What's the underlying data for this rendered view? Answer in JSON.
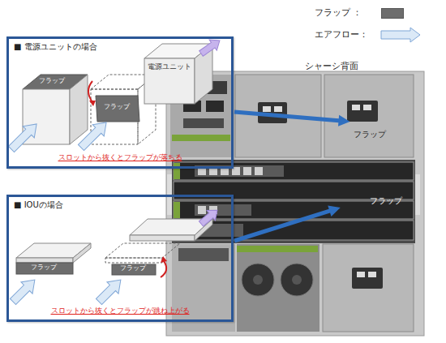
{
  "diagram": {
    "nodes": [
      {
        "text": [
          "■ 電源ユニットの場合",
          "スロットから抜くとフラップが落ちる"
        ]
      },
      {
        "text": [
          "■ IOUの場合",
          "スロットから抜くとフラップが跳ね上がる"
        ]
      }
    ],
    "labels": [
      "フラップ",
      "フラップ",
      "電源ユニット",
      "フラップ",
      "フラップ",
      "シャーシ背面",
      "フラップ",
      "フラップ"
    ],
    "legend": [
      {
        "text": "フラップ ：",
        "color": "#6d6d6d"
      },
      {
        "text": "エアフロー："
      }
    ]
  }
}
